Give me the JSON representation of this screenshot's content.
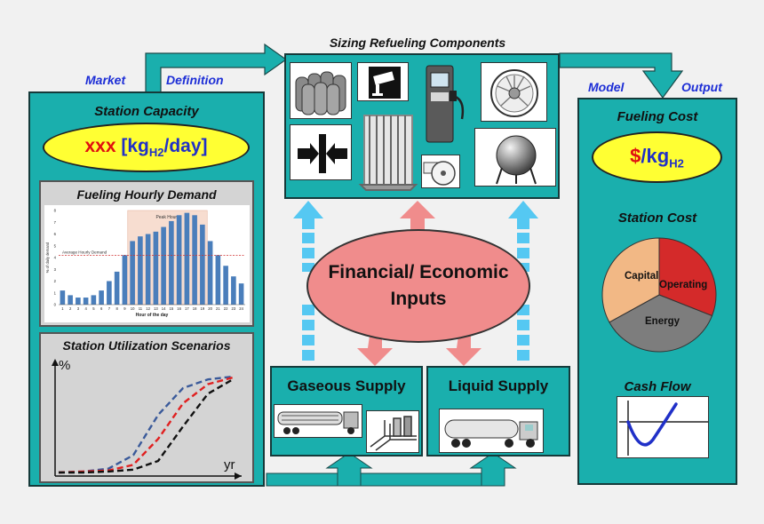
{
  "top_title": "Sizing Refueling Components",
  "market": {
    "word1": "Market",
    "word2": "Definition"
  },
  "model": {
    "word1": "Model",
    "word2": "Output"
  },
  "left_panel": {
    "station_capacity_title": "Station Capacity",
    "capacity_xxx": "xxx",
    "capacity_unit_pre": "[kg",
    "capacity_unit_sub": "H2",
    "capacity_unit_post": "/day]",
    "hourly_demand_title": "Fueling Hourly Demand",
    "utilization_title": "Station Utilization Scenarios",
    "y_symbol": "%",
    "x_symbol": "yr"
  },
  "center": {
    "financial_line1": "Financial/ Economic",
    "financial_line2": "Inputs",
    "gaseous_supply": "Gaseous Supply",
    "liquid_supply": "Liquid Supply"
  },
  "right_panel": {
    "fueling_cost_title": "Fueling Cost",
    "fueling_cost_dollar": "$",
    "fueling_cost_unit": "/kg",
    "fueling_cost_sub": "H2",
    "station_cost_title": "Station Cost",
    "pie_labels": {
      "capital": "Capital",
      "operating": "Operating",
      "energy": "Energy"
    },
    "cash_flow_title": "Cash Flow"
  },
  "colors": {
    "teal": "#1aafad",
    "arrow_blue": "#55c8f2",
    "arrow_pink": "#f08c8c",
    "yellow": "#ffff33"
  },
  "chart_data": [
    {
      "type": "bar",
      "title": "",
      "categories": [
        "1",
        "2",
        "3",
        "4",
        "5",
        "6",
        "7",
        "8",
        "9",
        "10",
        "11",
        "12",
        "13",
        "14",
        "15",
        "16",
        "17",
        "18",
        "19",
        "20",
        "21",
        "22",
        "23",
        "24"
      ],
      "values": [
        1.2,
        0.8,
        0.6,
        0.6,
        0.8,
        1.2,
        2.0,
        2.8,
        4.2,
        5.4,
        5.8,
        6.0,
        6.2,
        6.6,
        7.1,
        7.6,
        7.8,
        7.6,
        6.8,
        5.4,
        4.2,
        3.3,
        2.4,
        1.8
      ],
      "xlabel": "Hour of the day",
      "ylabel": "% of daily demand",
      "ylim": [
        0,
        8
      ],
      "yticks": [
        "0",
        "1",
        "2",
        "3",
        "4",
        "5",
        "6",
        "7",
        "8"
      ],
      "annotations": {
        "peak": "Peak Hours",
        "average": "Average Hourly Demand"
      },
      "average_value": 4.2
    },
    {
      "type": "line",
      "xlabel": "yr",
      "ylabel": "%",
      "series": [
        {
          "color": "#3a5a9a",
          "values": [
            0,
            1,
            4,
            18,
            60,
            88,
            97,
            100
          ]
        },
        {
          "color": "#e02020",
          "values": [
            0,
            1,
            2,
            8,
            35,
            72,
            92,
            99
          ]
        },
        {
          "color": "#111111",
          "values": [
            0,
            0,
            1,
            3,
            12,
            48,
            82,
            97
          ]
        }
      ]
    },
    {
      "type": "pie",
      "categories": [
        "Capital",
        "Operating",
        "Energy"
      ],
      "colors": [
        "#d42a2a",
        "#7d7d7d",
        "#f2b885"
      ],
      "values": [
        31,
        36,
        33
      ]
    }
  ]
}
